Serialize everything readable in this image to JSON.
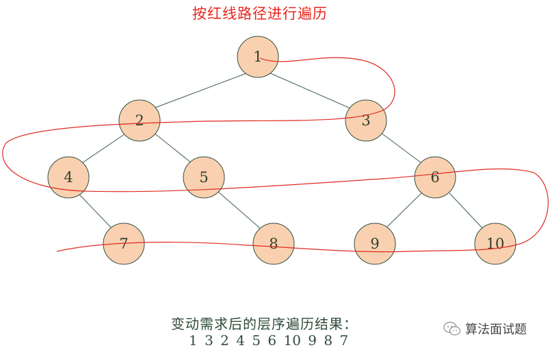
{
  "title": "按红线路径进行遍历",
  "tree": {
    "nodes": [
      {
        "id": "n1",
        "label": "1"
      },
      {
        "id": "n2",
        "label": "2"
      },
      {
        "id": "n3",
        "label": "3"
      },
      {
        "id": "n4",
        "label": "4"
      },
      {
        "id": "n5",
        "label": "5"
      },
      {
        "id": "n6",
        "label": "6"
      },
      {
        "id": "n7",
        "label": "7"
      },
      {
        "id": "n8",
        "label": "8"
      },
      {
        "id": "n9",
        "label": "9"
      },
      {
        "id": "n10",
        "label": "10"
      }
    ],
    "edges": [
      [
        "1",
        "2"
      ],
      [
        "1",
        "3"
      ],
      [
        "2",
        "4"
      ],
      [
        "2",
        "5"
      ],
      [
        "3",
        "6"
      ],
      [
        "4",
        "7"
      ],
      [
        "5",
        "8"
      ],
      [
        "6",
        "9"
      ],
      [
        "6",
        "10"
      ]
    ]
  },
  "colors": {
    "node_fill": "#f9d0b0",
    "node_stroke": "#2f4f3f",
    "edge": "#3e5e4e",
    "path": "#e02a22",
    "title": "#e8261c"
  },
  "caption": "变动需求后的层序遍历结果：",
  "sequence": "1  3  2  4  5  6  10  9  8  7",
  "watermark": {
    "icon": "wechat-icon",
    "text": "算法面试题"
  }
}
